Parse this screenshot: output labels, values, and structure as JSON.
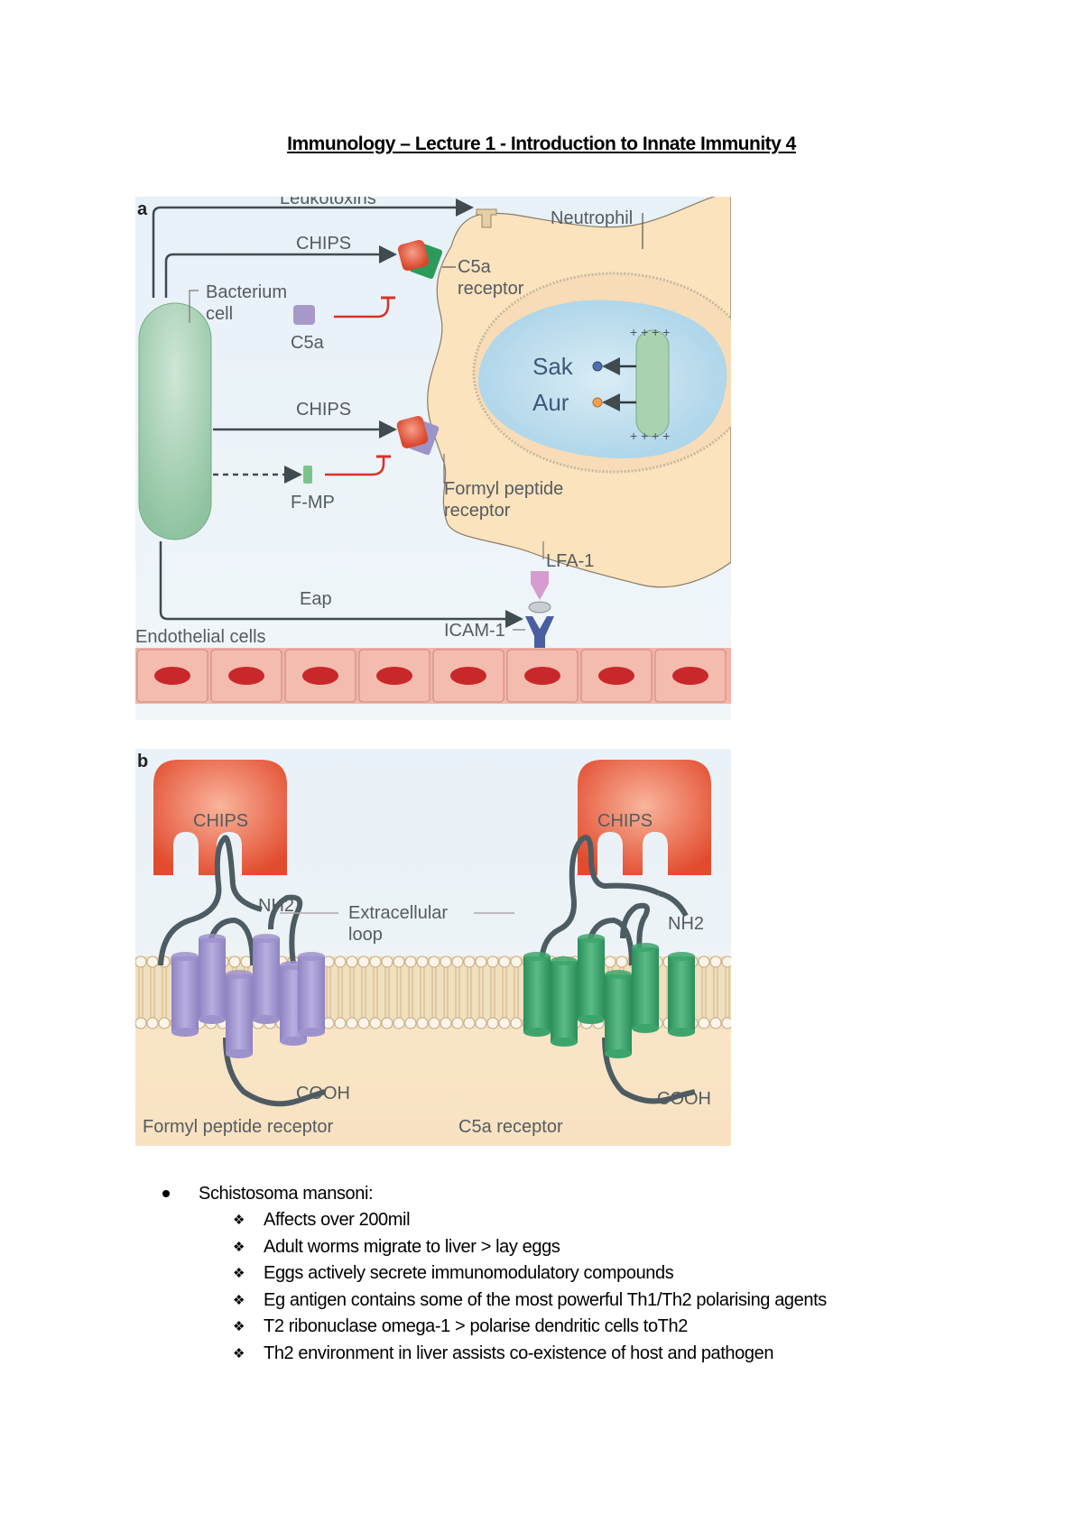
{
  "document": {
    "title": "Immunology – Lecture 1 - Introduction to Innate Immunity 4"
  },
  "figure_a": {
    "panel_label": "a",
    "labels": {
      "leukotoxins": "Leukotoxins",
      "neutrophil": "Neutrophil",
      "chips_top": "CHIPS",
      "c5a_receptor_line1": "C5a",
      "c5a_receptor_line2": "receptor",
      "bacterium_line1": "Bacterium",
      "bacterium_line2": "cell",
      "c5a": "C5a",
      "sak": "Sak",
      "aur": "Aur",
      "chips_middle": "CHIPS",
      "fmp": "F-MP",
      "formyl_line1": "Formyl peptide",
      "formyl_line2": "receptor",
      "lfa1": "LFA-1",
      "eap": "Eap",
      "endothelial": "Endothelial cells",
      "icam1": "ICAM-1"
    }
  },
  "figure_b": {
    "panel_label": "b",
    "labels": {
      "chips_left": "CHIPS",
      "chips_right": "CHIPS",
      "nh2_left": "NH2",
      "nh2_right": "NH2",
      "extracellular_line1": "Extracellular",
      "extracellular_line2": "loop",
      "cooh_left": "COOH",
      "cooh_right": "COOH",
      "formyl_receptor": "Formyl peptide receptor",
      "c5a_receptor": "C5a receptor"
    }
  },
  "notes": {
    "heading": "Schistosoma mansoni:",
    "items": [
      "Affects over 200mil",
      "Adult worms migrate to liver > lay eggs",
      "Eggs actively secrete immunomodulatory compounds",
      "Eg antigen contains some of the most powerful Th1/Th2 polarising agents",
      "T2 ribonuclase omega-1 > polarise dendritic cells toTh2",
      "Th2 environment in liver assists co-existence of host and pathogen"
    ]
  }
}
